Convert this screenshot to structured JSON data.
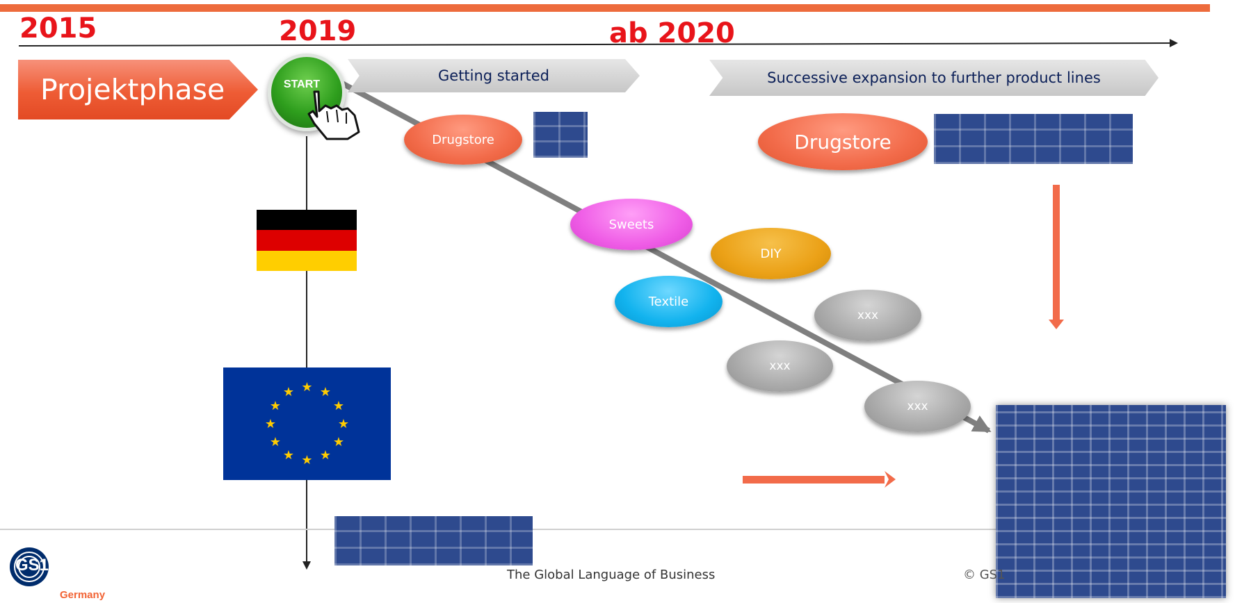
{
  "years": {
    "y2015": "2015",
    "y2019": "2019",
    "y2020": "ab 2020"
  },
  "phase_label": "Projektphase",
  "start_button_label": "START",
  "chevrons": {
    "getting_started": "Getting started",
    "expansion": "Successive expansion to further product lines"
  },
  "product_lines": {
    "drugstore_small": "Drugstore",
    "drugstore_large": "Drugstore",
    "sweets": "Sweets",
    "diy": "DIY",
    "textile": "Textile",
    "xxx_1": "xxx",
    "xxx_2": "xxx",
    "xxx_3": "xxx"
  },
  "footer": {
    "tagline": "The Global Language of Business",
    "copyright": "© GS1",
    "logo_text": "GS1",
    "logo_country": "Germany"
  },
  "colors": {
    "accent_orange": "#ed6b3c",
    "year_red": "#e8141a",
    "drugstore": "#f26b4a",
    "sweets": "#ef5de6",
    "diy": "#eba117",
    "textile": "#12b3ee",
    "xxx_gray": "#a9a9a9"
  },
  "icons": [
    "start-button-icon",
    "hand-pointer-icon",
    "german-flag-icon",
    "eu-flag-icon",
    "gs1-logo-icon",
    "crate-stack-image"
  ]
}
